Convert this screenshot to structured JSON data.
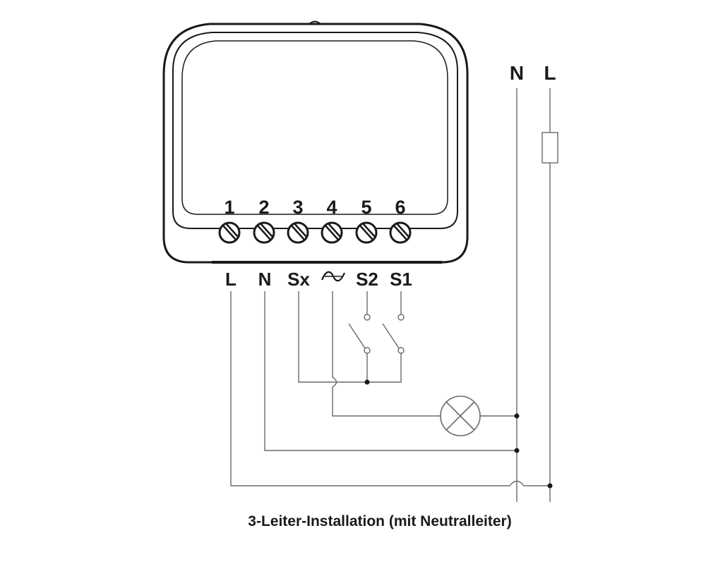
{
  "device": {
    "terminal_numbers": [
      "1",
      "2",
      "3",
      "4",
      "5",
      "6"
    ],
    "terminal_labels": [
      "L",
      "N",
      "Sx",
      "",
      "S2",
      "S1"
    ]
  },
  "supply": {
    "neutral_label": "N",
    "line_label": "L"
  },
  "caption": "3-Leiter-Installation (mit Neutralleiter)"
}
